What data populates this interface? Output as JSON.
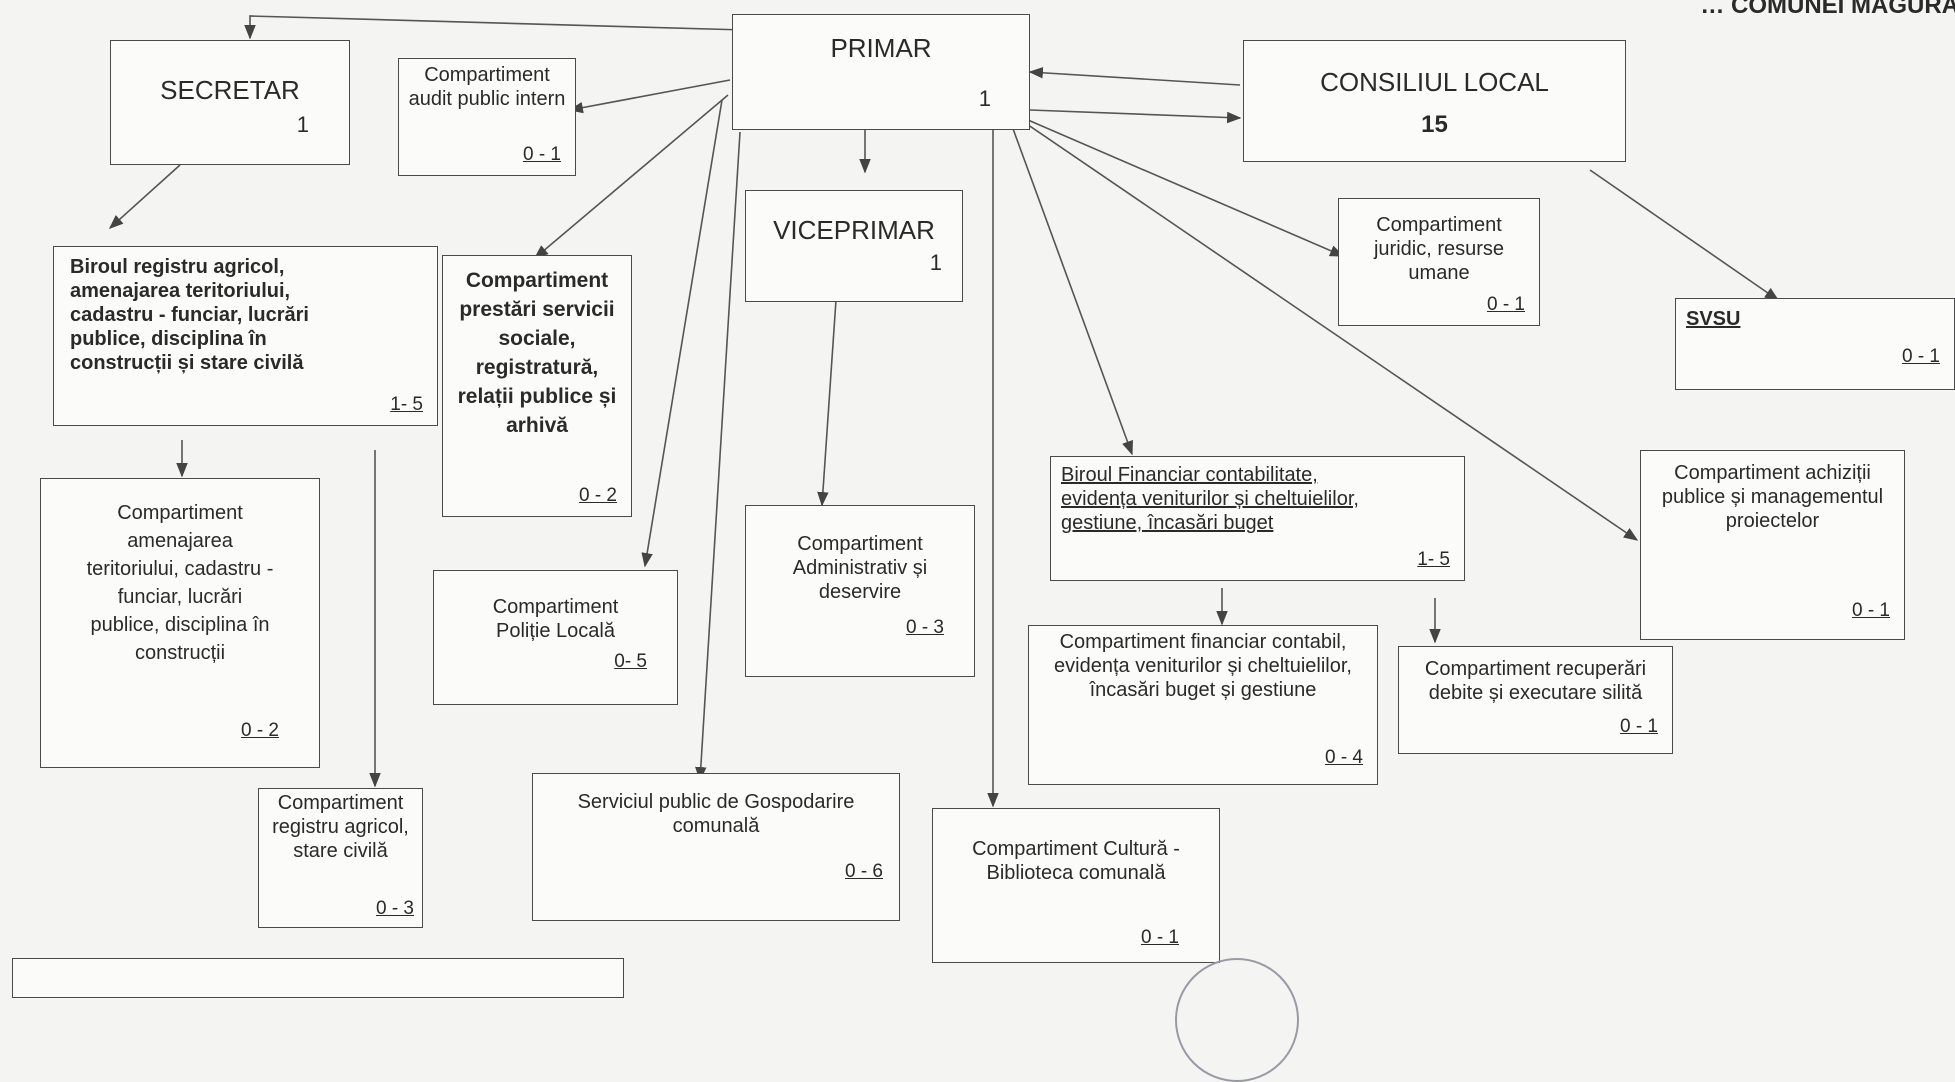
{
  "header_fragment": "… COMUNEI MĂGURA",
  "boxes": {
    "primar": {
      "title": "PRIMAR",
      "count": "1"
    },
    "consiliu": {
      "title": "CONSILIUL LOCAL",
      "count": "15"
    },
    "secretar": {
      "title": "SECRETAR",
      "count": "1"
    },
    "audit": {
      "title": "Compartiment audit public intern",
      "count": "0 - 1"
    },
    "viceprimar": {
      "title": "VICEPRIMAR",
      "count": "1"
    },
    "juridic": {
      "title": "Compartiment juridic, resurse umane",
      "count": "0 - 1"
    },
    "svsu": {
      "title": "SVSU",
      "count": "0 - 1"
    },
    "birou_registru": {
      "title": "Biroul registru agricol, amenajarea teritoriului, cadastru - funciar, lucrări publice, disciplina în construcții și stare civilă",
      "count": "1- 5"
    },
    "prestari": {
      "title": "Compartiment prestări servicii sociale, registratură, relații publice și arhivă",
      "count": "0 - 2"
    },
    "biroul_financiar": {
      "title": "Biroul Financiar contabilitate, evidența veniturilor și cheltuielilor, gestiune, încasări buget",
      "count": "1- 5"
    },
    "achizitii": {
      "title": "Compartiment achiziții publice și managementul proiectelor",
      "count": "0 - 1"
    },
    "amenajarea": {
      "title": "Compartiment amenajarea teritoriului, cadastru - funciar, lucrări publice, disciplina în construcții",
      "count": "0 - 2"
    },
    "politie": {
      "title": "Compartiment Poliție Locală",
      "count": "0- 5"
    },
    "administrativ": {
      "title": "Compartiment Administrativ și deservire",
      "count": "0 - 3"
    },
    "fin_contabil": {
      "title": "Compartiment financiar contabil, evidența veniturilor și cheltuielilor, încasări buget și gestiune",
      "count": "0 - 4"
    },
    "recuperari": {
      "title": "Compartiment recuperări debite și executare silită",
      "count": "0 - 1"
    },
    "registru_agricol": {
      "title": "Compartiment registru agricol, stare civilă",
      "count": "0 - 3"
    },
    "gospodarire": {
      "title": "Serviciul public de Gospodarire comunală",
      "count": "0 - 6"
    },
    "cultura": {
      "title": "Compartiment Cultură - Biblioteca comunală",
      "count": "0 - 1"
    }
  }
}
